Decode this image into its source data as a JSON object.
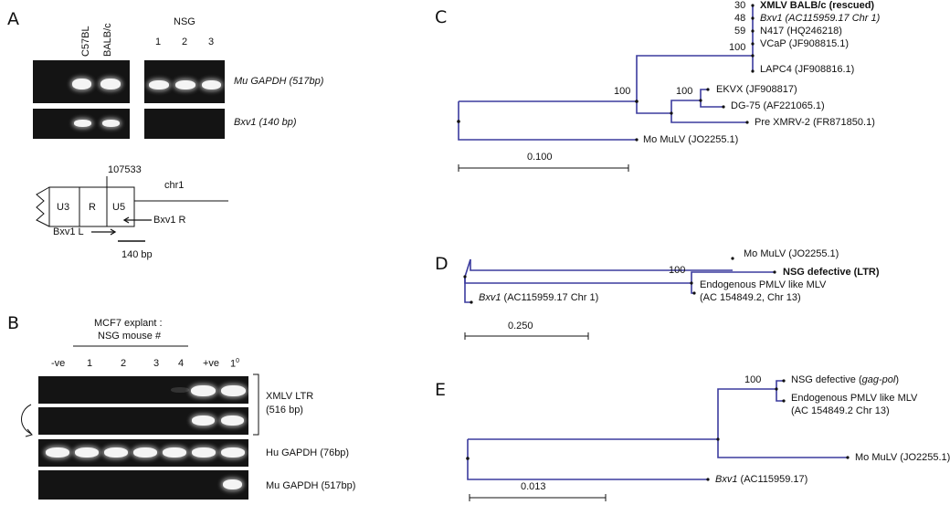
{
  "panelA": {
    "letter": "A",
    "lanes_left": [
      "C57BL",
      "BALB/c"
    ],
    "nsg_header": "NSG",
    "nsg_lanes": [
      "1",
      "2",
      "3"
    ],
    "gel_labels": [
      "Mu GAPDH (517bp)",
      "Bxv1 (140 bp)"
    ],
    "diagram": {
      "position": "107533",
      "boxes": [
        "U3",
        "R",
        "U5"
      ],
      "chrom": "chr1",
      "primer_left": "Bxv1 L",
      "primer_right": "Bxv1 R",
      "amplicon": "140 bp"
    }
  },
  "panelB": {
    "letter": "B",
    "title_line1": "MCF7 explant :",
    "title_line2": "NSG mouse #",
    "lanes": [
      "-ve",
      "1",
      "2",
      "3",
      "4",
      "+ve",
      "1"
    ],
    "lane_superscript": "0",
    "gel_labels": {
      "ltr_line1": "XMLV LTR",
      "ltr_line2": "(516 bp)",
      "hu_gapdh": "Hu GAPDH (76bp)",
      "mu_gapdh": "Mu GAPDH (517bp)"
    }
  },
  "panelC": {
    "letter": "C",
    "taxa": [
      "XMLV BALB/c (rescued)",
      "Bxv1 (AC115959.17 Chr 1)",
      "N417 (HQ246218)",
      "VCaP (JF908815.1)",
      "LAPC4 (JF908816.1)",
      "EKVX (JF908817)",
      "DG-75 (AF221065.1)",
      "Pre XMRV-2 (FR871850.1)",
      "Mo MuLV (JO2255.1)"
    ],
    "bootstraps": [
      "30",
      "48",
      "59",
      "100",
      "100",
      "100"
    ],
    "scale": "0.100"
  },
  "panelD": {
    "letter": "D",
    "taxa": [
      "Mo MuLV (JO2255.1)",
      "NSG defective (LTR)",
      "Endogenous PMLV like MLV",
      "(AC 154849.2, Chr 13)",
      "Bxv1 (AC115959.17 Chr 1)"
    ],
    "bootstraps": [
      "100"
    ],
    "scale": "0.250"
  },
  "panelE": {
    "letter": "E",
    "taxa": [
      "NSG defective (gag-pol)",
      "Endogenous PMLV like MLV",
      "(AC 154849.2 Chr 13)",
      "Mo MuLV (JO2255.1)",
      "Bxv1 (AC115959.17)"
    ],
    "bootstraps": [
      "100"
    ],
    "scale": "0.013"
  },
  "colors": {
    "tree_branch": "#3b3b9e",
    "gel_background": "#141414",
    "band": "#f4f4f4"
  }
}
